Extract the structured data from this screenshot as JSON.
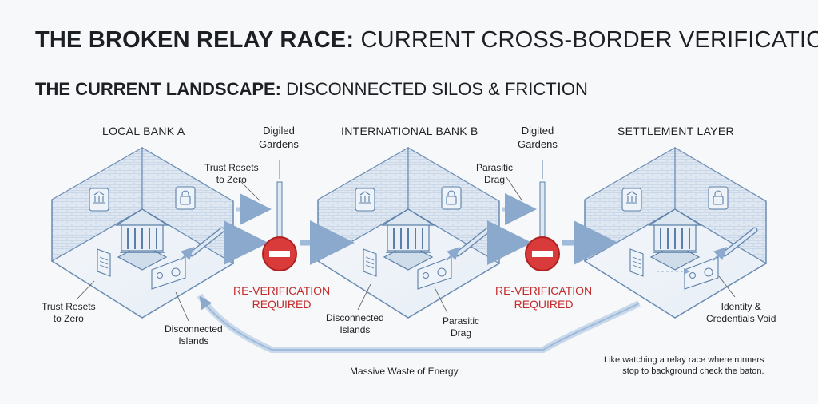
{
  "title": {
    "bold": "THE BROKEN RELAY RACE:",
    "rest": "CURRENT CROSS-BORDER VERIFICATION"
  },
  "subtitle": {
    "bold": "THE CURRENT LANDSCAPE:",
    "rest": "DISCONNECTED SILOS & FRICTION"
  },
  "stages": [
    {
      "name": "LOCAL BANK A"
    },
    {
      "name": "INTERNATIONAL BANK B"
    },
    {
      "name": "SETTLEMENT LAYER"
    }
  ],
  "gates": [
    {
      "top": "Digiled\nGardens",
      "warning": "RE-VERIFICATION\nREQUIRED"
    },
    {
      "top": "Digited\nGardens",
      "warning": "RE-VERIFICATION\nREQUIRED"
    }
  ],
  "annotations": {
    "trust_resets_top": "Trust Resets\nto Zero",
    "parasitic_drag_top": "Parasitic\nDrag",
    "trust_resets_left": "Trust Resets\nto Zero",
    "disconnected_a": "Disconnected\nIslands",
    "disconnected_b": "Disconnected\nIslands",
    "parasitic_drag_b": "Parasitic\nDrag",
    "identity_void": "Identity &\nCredentials Void",
    "waste": "Massive Waste of Energy",
    "relay_note": "Like watching a relay race where runners\nstop to background check the baton."
  },
  "colors": {
    "stroke": "#5b7fa8",
    "fill": "#dbe6f1",
    "arrow": "#a9c2de",
    "stop": "#d93a3a",
    "warning": "#c42a2a"
  }
}
